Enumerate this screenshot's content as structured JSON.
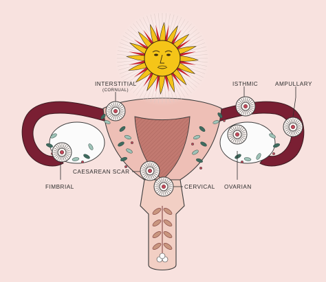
{
  "labels": {
    "interstitial": "INTERSTITIAL",
    "interstitial_sub": "(CORNUAL)",
    "isthmic": "ISTHMIC",
    "ampullary": "AMPULLARY",
    "fimbrial": "FIMBRIAL",
    "caesarean_scar": "CAESAREAN SCAR",
    "cervical": "CERVICAL",
    "ovarian": "OVARIAN"
  },
  "colors": {
    "background": "#f8e2df",
    "tube": "#7a1f33",
    "uterus_body": "#eebfb6",
    "uterus_cavity": "#c97d74",
    "cervix": "#f2cfc4",
    "outline": "#3a3a3a",
    "sun_face": "#f5c518",
    "sun_ray_yellow": "#f4c21a",
    "sun_ray_red": "#c8202f",
    "leaf_green": "#3f6b5f",
    "leaf_light": "#9fc3b8",
    "berry": "#c4485a"
  },
  "icons": {
    "sun": "sun-face-icon",
    "embryo": "embryo-circle-icon"
  }
}
